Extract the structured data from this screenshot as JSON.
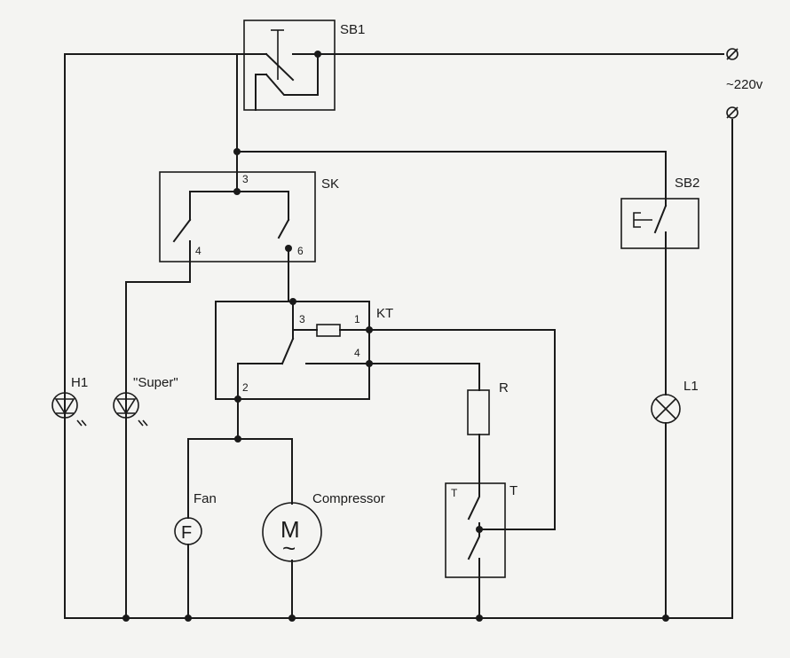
{
  "components": {
    "sb1": {
      "label": "SB1"
    },
    "sb2": {
      "label": "SB2"
    },
    "sk": {
      "label": "SK",
      "pin_3": "3",
      "pin_4": "4",
      "pin_6": "6"
    },
    "kt": {
      "label": "KT",
      "pin_1": "1",
      "pin_2": "2",
      "pin_3": "3",
      "pin_4": "4"
    },
    "r": {
      "label": "R"
    },
    "t": {
      "label": "T",
      "inner_label": "T"
    },
    "h1": {
      "label": "H1"
    },
    "super_led": {
      "label": "\"Super\""
    },
    "fan": {
      "label": "Fan",
      "symbol": "F"
    },
    "compressor": {
      "label": "Compressor",
      "symbol": "M",
      "sub_symbol": "~"
    },
    "l1": {
      "label": "L1"
    }
  },
  "supply": {
    "label": "~220v"
  }
}
